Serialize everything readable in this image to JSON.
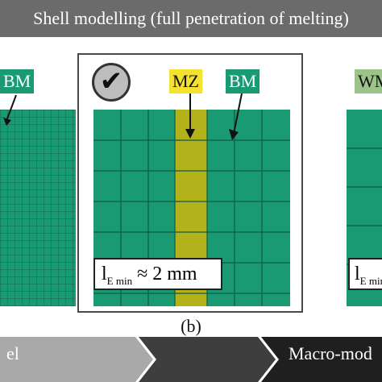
{
  "header": {
    "title": "Shell modelling (full penetration of melting)"
  },
  "left_panel": {
    "bm_label": "BM"
  },
  "center_panel": {
    "mz_label": "MZ",
    "bm_label": "BM",
    "formula_main": "l",
    "formula_sub": "E min",
    "formula_rest": " ≈ 2 mm",
    "caption": "(b)"
  },
  "right_panel": {
    "wm_label": "WM",
    "formula_main": "l",
    "formula_sub": "E min"
  },
  "process_bar": {
    "left_label": "el",
    "right_label": "Macro-mod"
  },
  "colors": {
    "mesh_green": "#1a9a72",
    "melt_zone": "#b3b21a",
    "banner": "#6b6b6b"
  }
}
